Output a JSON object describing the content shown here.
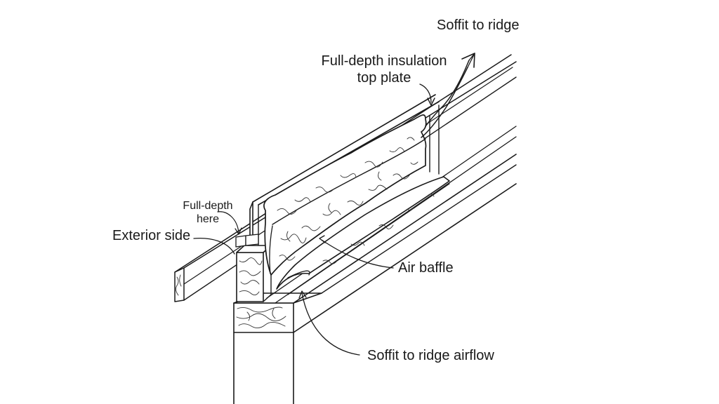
{
  "labels": {
    "soffit_to_ridge": "Soffit to ridge",
    "full_depth_insulation_line1": "Full-depth insulation",
    "full_depth_insulation_line2": "top plate",
    "full_depth_here_line1": "Full-depth",
    "full_depth_here_line2": "here",
    "exterior_side": "Exterior side",
    "air_baffle": "Air baffle",
    "soffit_to_ridge_airflow": "Soffit to ridge airflow"
  },
  "colors": {
    "ink": "#1a1a1a",
    "background": "#ffffff"
  }
}
